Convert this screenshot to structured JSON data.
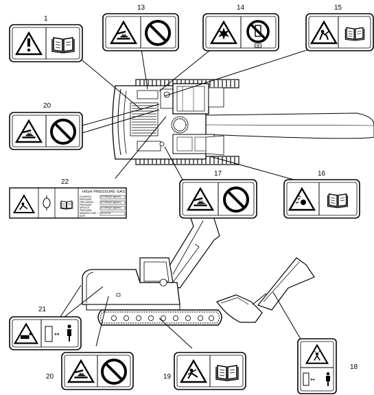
{
  "callouts": {
    "c1": "1",
    "c13": "13",
    "c14": "14",
    "c15": "15",
    "c20a": "20",
    "c22": "22",
    "c17": "17",
    "c16": "16",
    "c21": "21",
    "c20b": "20",
    "c19": "19",
    "c18": "18"
  },
  "pressure_label": {
    "title": "HIGH PRESSURE GAS",
    "rows": [
      {
        "left": "CHARGING PRESSURE",
        "right": "XX MPa(XX kgf/cm²)"
      },
      {
        "left": "PRECHARGE PRESSURE",
        "right": "XX MPa(XX kgf/cm²)"
      },
      {
        "left": "SERVICE PRESSURE",
        "right": "XX MPa(XX kgf/cm²)"
      },
      {
        "left": "MANUFACTURE / DATE",
        "right": "XX.XX.XX"
      }
    ]
  },
  "icons": {
    "warning": "warning-triangle-icon",
    "manual": "manual-book-icon",
    "no_touch": "no-hand-icon",
    "fire": "no-fire-icon",
    "crush": "crush-hazard-icon",
    "safe_distance": "safe-distance-icon"
  },
  "colors": {
    "ink": "#000000",
    "paper": "#ffffff",
    "shade": "#cfcfcf"
  }
}
